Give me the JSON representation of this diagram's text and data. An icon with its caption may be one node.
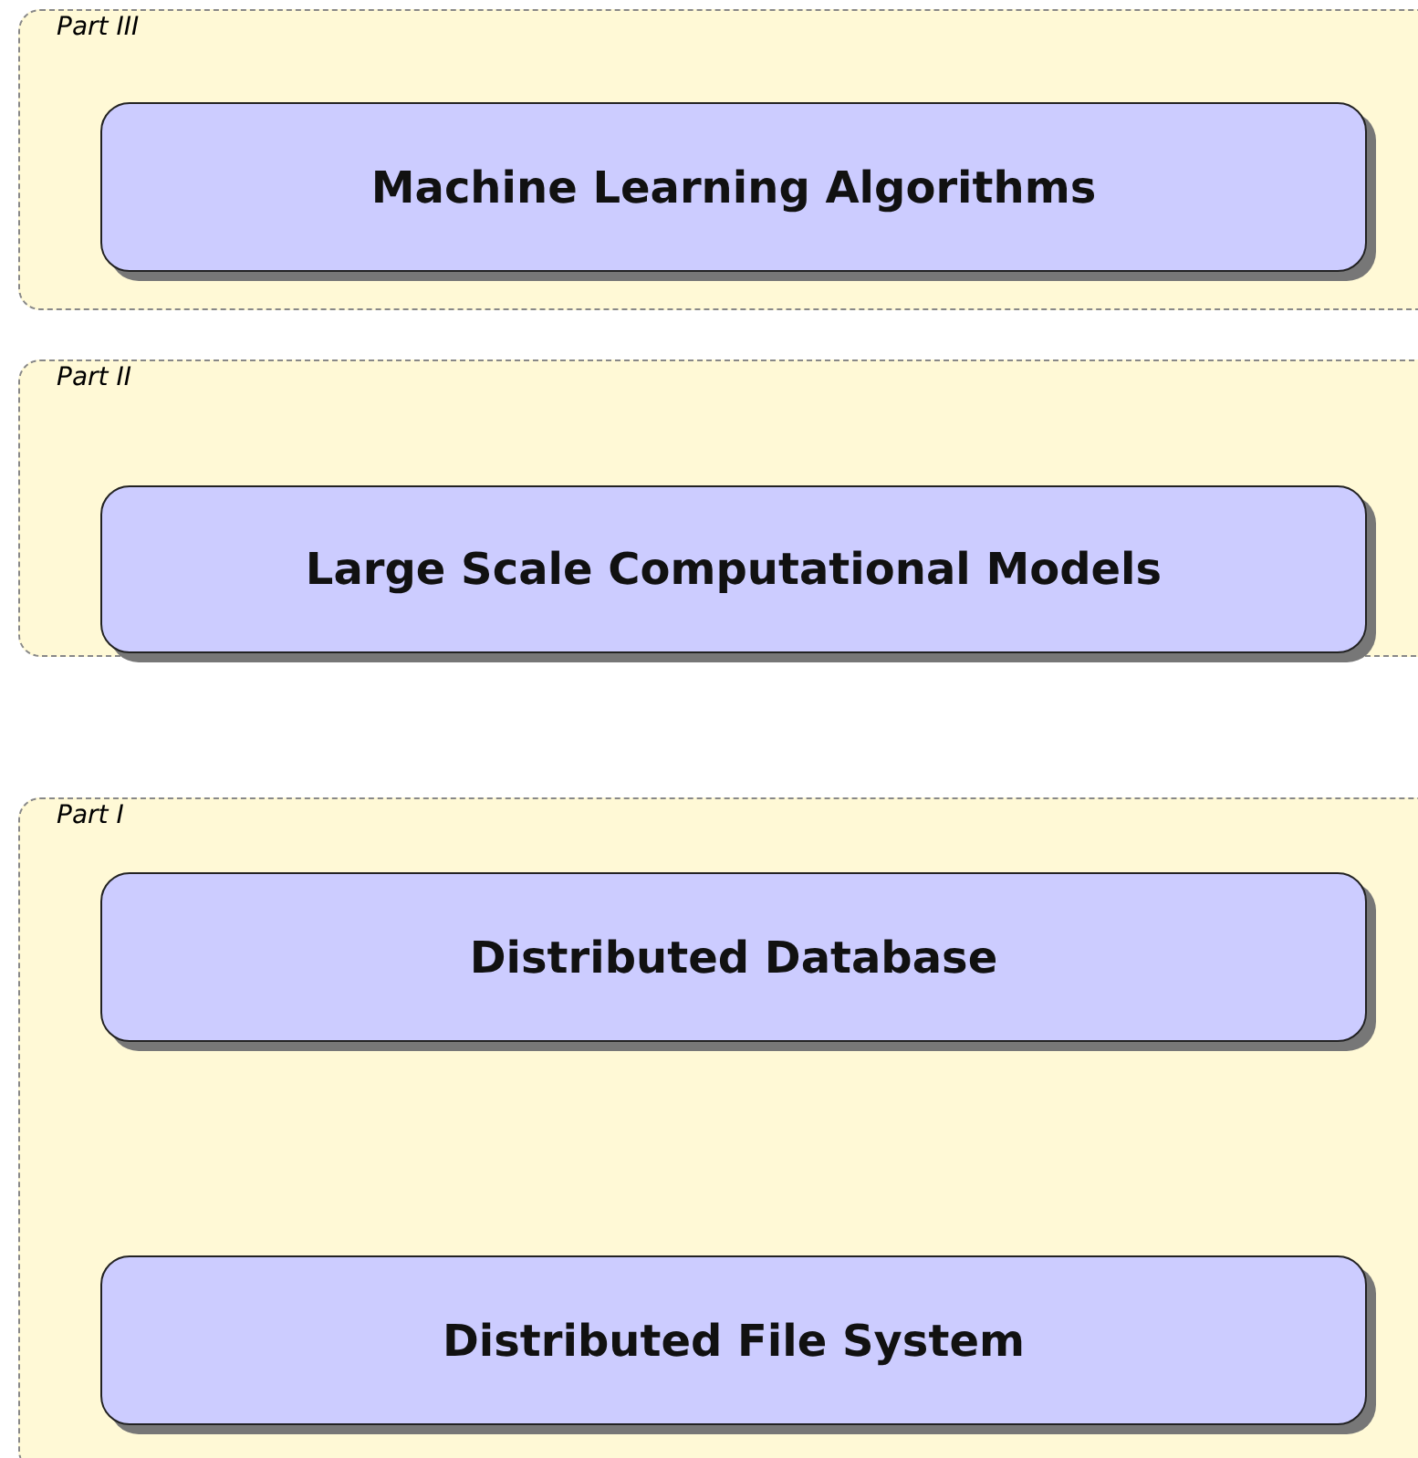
{
  "diagram": {
    "nodes": [
      {
        "text": [
          "Part III"
        ]
      },
      {
        "text": [
          "Machine Learning Algorithms"
        ],
        "in": 0
      },
      {
        "text": [
          "Part II"
        ]
      },
      {
        "text": [
          "Large Scale Computational Models"
        ],
        "in": 2
      },
      {
        "text": [
          "Part I"
        ]
      },
      {
        "text": [
          "Distributed Database"
        ],
        "in": 4
      },
      {
        "text": [
          "Distributed File System"
        ],
        "in": 4
      }
    ]
  }
}
